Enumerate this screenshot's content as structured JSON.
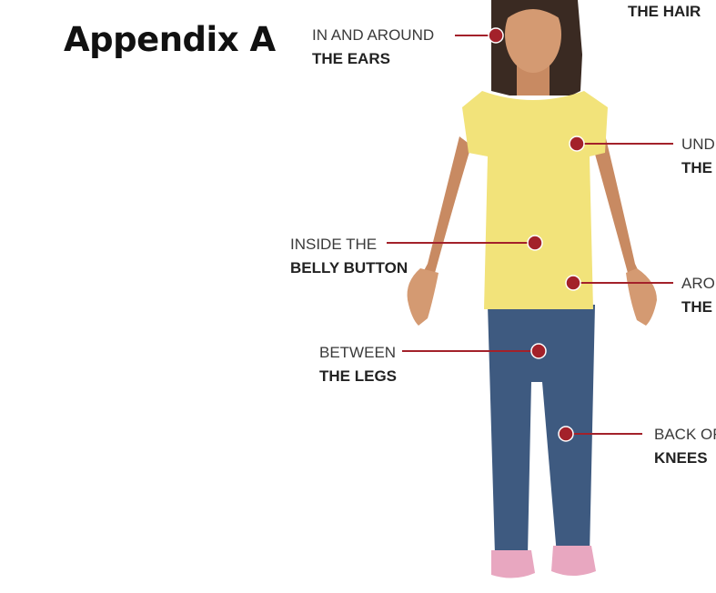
{
  "page": {
    "title": "Appendix A"
  },
  "labels": [
    {
      "id": "ears",
      "line1": "IN AND AROUND",
      "line2": "THE EARS"
    },
    {
      "id": "hair",
      "line1": "",
      "line2": "THE HAIR"
    },
    {
      "id": "arms",
      "line1": "UND",
      "line2": "THE A"
    },
    {
      "id": "belly",
      "line1": "INSIDE THE",
      "line2": "BELLY BUTTON"
    },
    {
      "id": "waist",
      "line1": "ARO",
      "line2": "THE W"
    },
    {
      "id": "legs",
      "line1": "BETWEEN",
      "line2": "THE LEGS"
    },
    {
      "id": "knees",
      "line1": "BACK OF",
      "line2": "KNEES"
    }
  ],
  "colors": {
    "marker": "#a3212a",
    "shirt": "#f2e37a",
    "jeans": "#3e5a80",
    "skin": "#c88a62",
    "hair": "#3a2a22",
    "shoes": "#e8a7c0"
  }
}
